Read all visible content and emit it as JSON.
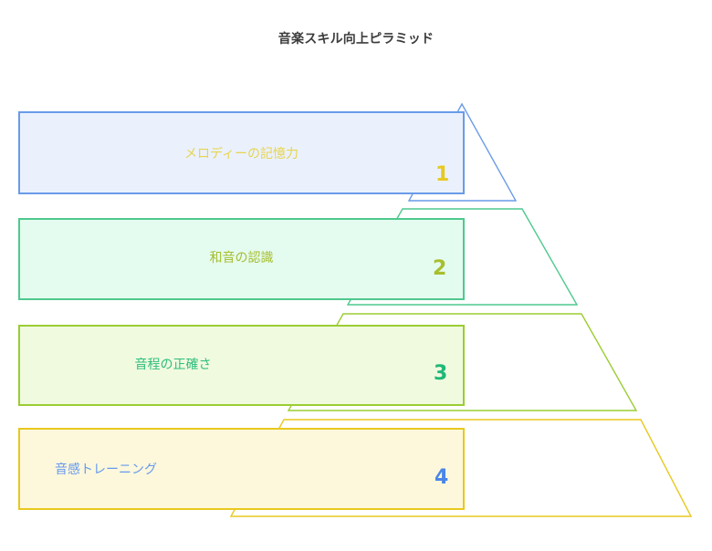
{
  "title": "音楽スキル向上ピラミッド",
  "chart_data": {
    "type": "pyramid",
    "title": "音楽スキル向上ピラミッド",
    "orientation": "apex-up",
    "level_count": 4,
    "legend": "none",
    "grid": false,
    "levels": [
      {
        "rank": "1",
        "label": "メロディーの記憶力",
        "tier": "apex",
        "shape": "triangle",
        "stroke": "#6A9BE8",
        "fill": "#EAF1FD",
        "label_color": "#E8D44D",
        "number_color": "#E8C91F",
        "label_align": "center"
      },
      {
        "rank": "2",
        "label": "和音の認識",
        "tier": "upper-middle",
        "shape": "trapezoid",
        "stroke": "#4DC98E",
        "fill": "#E4FBEF",
        "label_color": "#A8BE2E",
        "number_color": "#A8BE2E",
        "label_align": "center"
      },
      {
        "rank": "3",
        "label": "音程の正確さ",
        "tier": "lower-middle",
        "shape": "trapezoid",
        "stroke": "#9ACD32",
        "fill": "#F0FADF",
        "label_color": "#2EBE7E",
        "number_color": "#1FB877",
        "label_align": "center-left"
      },
      {
        "rank": "4",
        "label": "音感トレーニング",
        "tier": "base",
        "shape": "trapezoid",
        "stroke": "#E8C81E",
        "fill": "#FDF8DC",
        "label_color": "#6699EE",
        "number_color": "#4A86E8",
        "label_align": "left"
      }
    ]
  },
  "colors": {
    "background": "#FFFFFF",
    "title_color": "#3C3C3C",
    "tier1_stroke": "#6A9BE8",
    "tier2_stroke": "#4DC98E",
    "tier3_stroke": "#9ACD32",
    "tier4_stroke": "#E8C81E"
  }
}
